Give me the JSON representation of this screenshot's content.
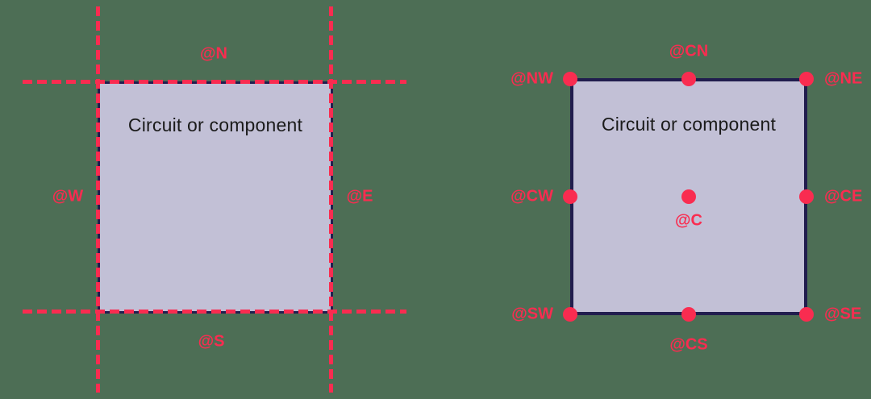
{
  "colors": {
    "background": "#4d6e55",
    "box_fill": "#c2c0d6",
    "box_border": "#211d4e",
    "accent_red": "#f92c50",
    "box_text": "#1b1b1b"
  },
  "left_diagram": {
    "box_label": "Circuit or component",
    "anchors": {
      "n": "@N",
      "s": "@S",
      "w": "@W",
      "e": "@E"
    }
  },
  "right_diagram": {
    "box_label": "Circuit or component",
    "anchors": {
      "nw": "@NW",
      "cn": "@CN",
      "ne": "@NE",
      "cw": "@CW",
      "c": "@C",
      "ce": "@CE",
      "sw": "@SW",
      "cs": "@CS",
      "se": "@SE"
    }
  }
}
